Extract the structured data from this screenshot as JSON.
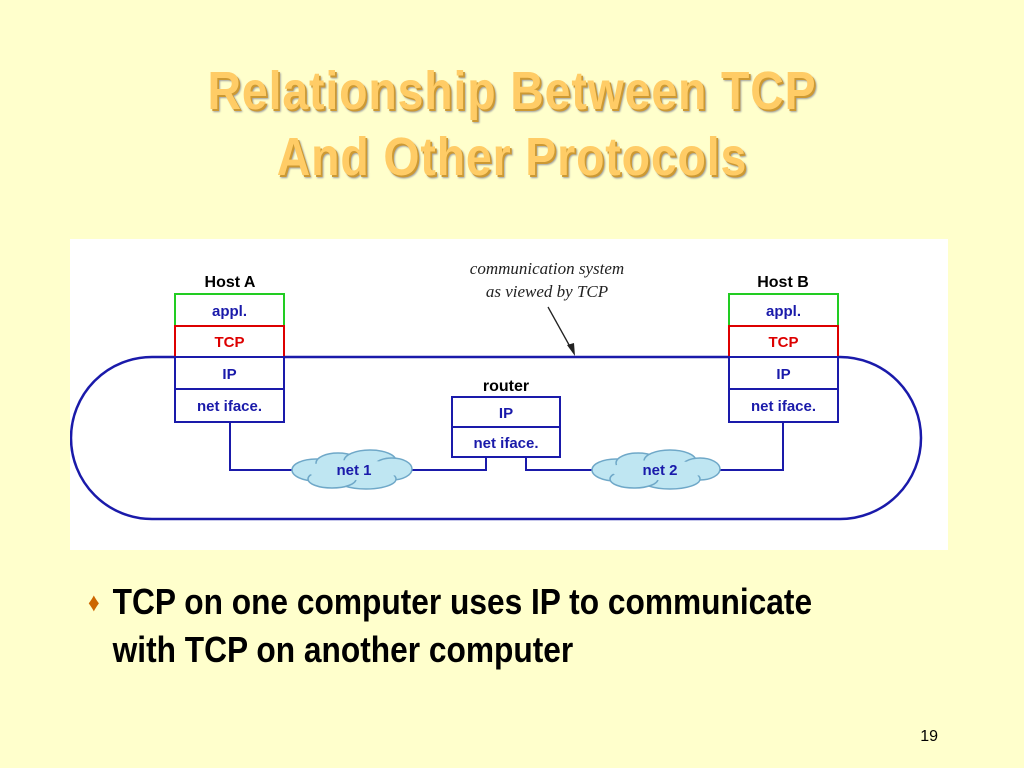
{
  "slide": {
    "title_line1": "Relationship Between TCP",
    "title_line2": "And Other Protocols",
    "bullet_glyph": "♦",
    "bullet_text": "TCP on one computer uses IP to communicate with TCP on another computer",
    "page_number": "19"
  },
  "diagram": {
    "annotation_line1": "communication system",
    "annotation_line2": "as viewed by TCP",
    "host_a": {
      "label": "Host A",
      "layers": [
        "appl.",
        "TCP",
        "IP",
        "net iface."
      ]
    },
    "host_b": {
      "label": "Host B",
      "layers": [
        "appl.",
        "TCP",
        "IP",
        "net iface."
      ]
    },
    "router": {
      "label": "router",
      "layers": [
        "IP",
        "net iface."
      ]
    },
    "networks": [
      "net 1",
      "net 2"
    ],
    "colors": {
      "appl": "#22CC22",
      "tcp": "#DD0000",
      "ip": "#1A1AAA",
      "line": "#1A1AAA",
      "cloud_fill": "#BFE6F2",
      "cloud_stroke": "#6FA8C8"
    }
  }
}
